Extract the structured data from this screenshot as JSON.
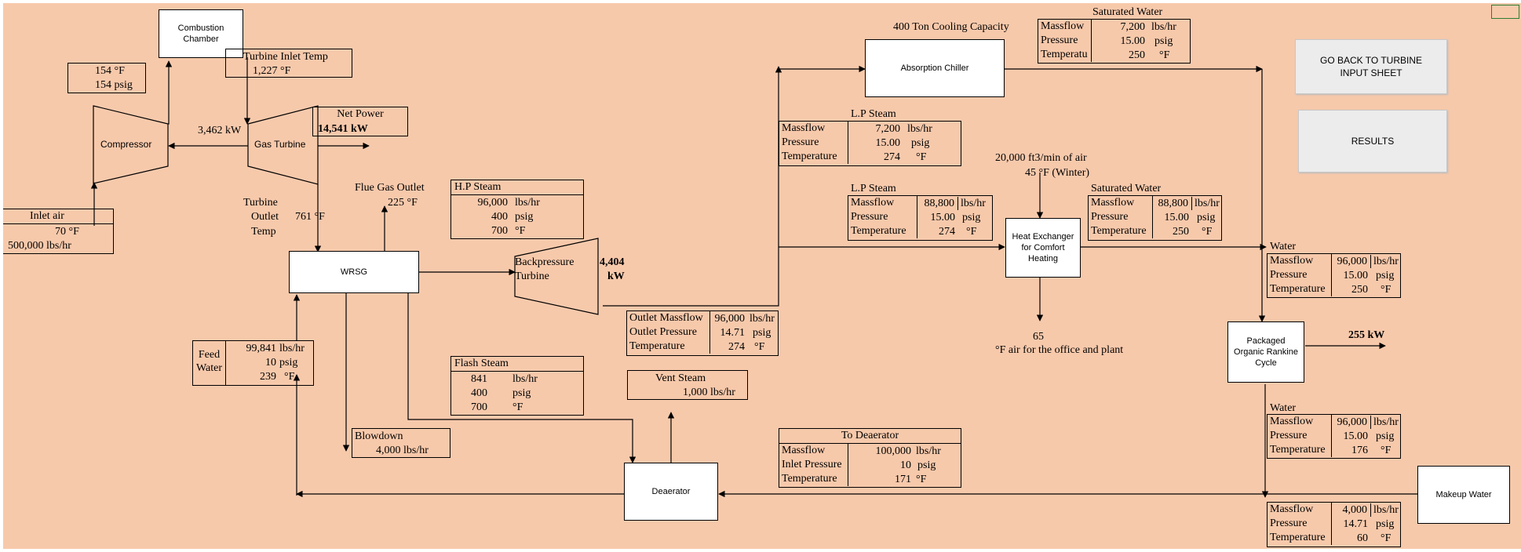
{
  "components": {
    "combustion_chamber": "Combustion Chamber",
    "compressor": "Compressor",
    "gas_turbine": "Gas Turbine",
    "wrsg": "WRSG",
    "backpressure_turbine_line1": "Backpressure",
    "backpressure_turbine_line2": "Turbine",
    "absorption_chiller": "Absorption Chiller",
    "heat_exchanger": "Heat Exchanger for Comfort Heating",
    "orc": "Packaged Organic Rankine Cycle",
    "deaerator": "Deaerator",
    "makeup_water": "Makeup Water"
  },
  "buttons": {
    "go_back": "GO BACK TO TURBINE INPUT SHEET",
    "results": "RESULTS"
  },
  "labels": {
    "compressor_out_temp": "154 °F",
    "compressor_out_pressure": "154 psig",
    "turbine_inlet_title": "Turbine Inlet Temp",
    "turbine_inlet_value": "1,227 °F",
    "net_power_title": "Net Power",
    "net_power_value": "14,541 kW",
    "compressor_power": "3,462 kW",
    "inlet_air_title": "Inlet air",
    "inlet_air_temp": "70 °F",
    "inlet_air_flow": "500,000  lbs/hr",
    "turbine_outlet_1": "Turbine",
    "turbine_outlet_2": "Outlet",
    "turbine_outlet_3": "Temp",
    "turbine_outlet_value": "761 °F",
    "flue_gas_title": "Flue Gas Outlet",
    "flue_gas_value": "225 °F",
    "bp_power_1": "4,404",
    "bp_power_2": "kW",
    "cooling_capacity": "400 Ton Cooling Capacity",
    "air_flow": "20,000     ft3/min of air",
    "air_temp": "45 °F (Winter)",
    "heated_air_value": "65",
    "heated_air_desc": "°F air for the office and plant",
    "orc_power": "255 kW",
    "feed_water_1": "Feed",
    "feed_water_2": "Water"
  },
  "hp_steam": {
    "title": "H.P Steam",
    "rows": [
      [
        "96,000",
        "lbs/hr"
      ],
      [
        "400",
        "psig"
      ],
      [
        "700",
        "°F"
      ]
    ]
  },
  "flash_steam": {
    "title": "Flash Steam",
    "rows": [
      [
        "841",
        "lbs/hr"
      ],
      [
        "400",
        "psig"
      ],
      [
        "700",
        "°F"
      ]
    ]
  },
  "feed_water": {
    "rows": [
      [
        "99,841",
        "lbs/hr"
      ],
      [
        "10",
        "psig"
      ],
      [
        "239",
        "°F"
      ]
    ]
  },
  "blowdown": {
    "title": "Blowdown",
    "value": "4,000  lbs/hr"
  },
  "vent_steam": {
    "title": "Vent Steam",
    "value": "1,000 lbs/hr"
  },
  "bp_outlet": {
    "rows": [
      [
        "Outlet Massflow",
        "96,000",
        "lbs/hr"
      ],
      [
        "Outlet Pressure",
        "14.71",
        "psig"
      ],
      [
        "Temperature",
        "274",
        "°F"
      ]
    ]
  },
  "lp_steam_chiller": {
    "title": "L.P Steam",
    "rows": [
      [
        "Massflow",
        "7,200",
        "lbs/hr"
      ],
      [
        "Pressure",
        "15.00",
        "psig"
      ],
      [
        "Temperature",
        "274",
        "°F"
      ]
    ]
  },
  "lp_steam_hx": {
    "title": "L.P Steam",
    "rows": [
      [
        "Massflow",
        "88,800",
        "lbs/hr"
      ],
      [
        "Pressure",
        "15.00",
        "psig"
      ],
      [
        "Temperature",
        "274",
        "°F"
      ]
    ]
  },
  "sat_water_chiller": {
    "title": "Saturated Water",
    "rows": [
      [
        "Massflow",
        "7,200",
        "lbs/hr"
      ],
      [
        "Pressure",
        "15.00",
        "psig"
      ],
      [
        "Temperatu",
        "250",
        "°F"
      ]
    ]
  },
  "sat_water_hx": {
    "title": "Saturated Water",
    "rows": [
      [
        "Massflow",
        "88,800",
        "lbs/hr"
      ],
      [
        "Pressure",
        "15.00",
        "psig"
      ],
      [
        "Temperature",
        "250",
        "°F"
      ]
    ]
  },
  "water_orc_in": {
    "title": "Water",
    "rows": [
      [
        "Massflow",
        "96,000",
        "lbs/hr"
      ],
      [
        "Pressure",
        "15.00",
        "psig"
      ],
      [
        "Temperature",
        "250",
        "°F"
      ]
    ]
  },
  "water_orc_out": {
    "title": "Water",
    "rows": [
      [
        "Massflow",
        "96,000",
        "lbs/hr"
      ],
      [
        "Pressure",
        "15.00",
        "psig"
      ],
      [
        "Temperature",
        "176",
        "°F"
      ]
    ]
  },
  "to_deaerator": {
    "title": "To Deaerator",
    "rows": [
      [
        "Massflow",
        "100,000",
        "lbs/hr"
      ],
      [
        "Inlet Pressure",
        "10",
        "psig"
      ],
      [
        "Temperature",
        "171",
        "°F"
      ]
    ]
  },
  "makeup": {
    "rows": [
      [
        "Massflow",
        "4,000",
        "lbs/hr"
      ],
      [
        "Pressure",
        "14.71",
        "psig"
      ],
      [
        "Temperature",
        "60",
        "°F"
      ]
    ]
  }
}
